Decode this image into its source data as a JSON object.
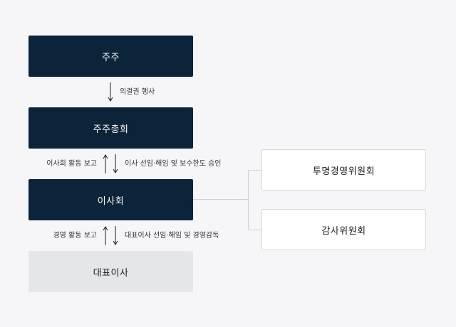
{
  "nodes": {
    "shareholders": "주주",
    "general_meeting": "주주총회",
    "board": "이사회",
    "ceo": "대표이사",
    "transparency_committee": "투명경영위원회",
    "audit_committee": "감사위원회"
  },
  "edges": {
    "voting_rights": "의결권 행사",
    "board_activity_report": "이사회 활동 보고",
    "director_appointment": "이사 선임·해임 및 보수한도 승인",
    "management_activity_report": "경영 활동 보고",
    "ceo_appointment": "대표이사 선임·해임 및 경영감독"
  },
  "colors": {
    "dark_box": "#0c2439",
    "light_box": "#e4e7ea",
    "committee_border": "#d5d8dc",
    "connector": "#cfd3d8",
    "background": "#f6f6f8"
  }
}
